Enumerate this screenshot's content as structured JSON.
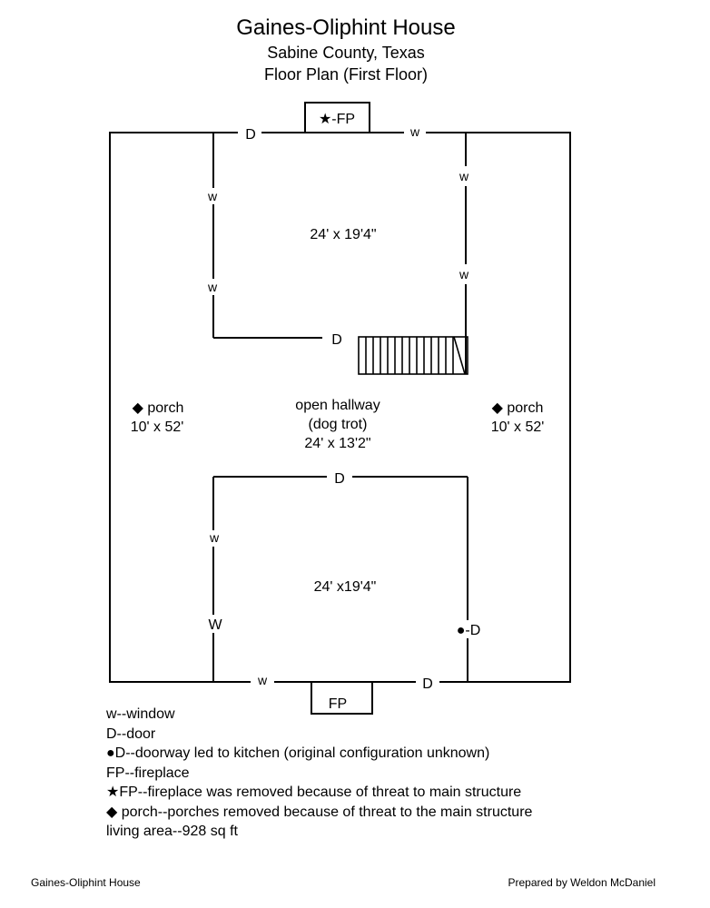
{
  "header": {
    "title": "Gaines-Oliphint House",
    "county": "Sabine County, Texas",
    "plan": "Floor Plan (First Floor)"
  },
  "plan": {
    "fireplace_top": "★-FP",
    "fireplace_bottom": "FP",
    "door": "D",
    "window": "w",
    "window_upper": "W",
    "doorway_kitchen": "●-D",
    "room_north_size": "24' x 19'4\"",
    "room_south_size": "24' x19'4\"",
    "porch_left_label": "◆ porch",
    "porch_left_size": "10' x 52'",
    "porch_right_label": "◆ porch",
    "porch_right_size": "10' x 52'",
    "hallway_label": "open hallway",
    "hallway_sub": "(dog trot)",
    "hallway_size": "24' x 13'2\""
  },
  "legend": [
    "w--window",
    "D--door",
    "●D--doorway led to kitchen (original configuration unknown)",
    "FP--fireplace",
    "★FP--fireplace was removed because of threat to main structure",
    "◆ porch--porches removed because of threat to the main structure",
    "living area--928 sq ft"
  ],
  "footer": {
    "left": "Gaines-Oliphint House",
    "right": "Prepared by Weldon McDaniel"
  }
}
